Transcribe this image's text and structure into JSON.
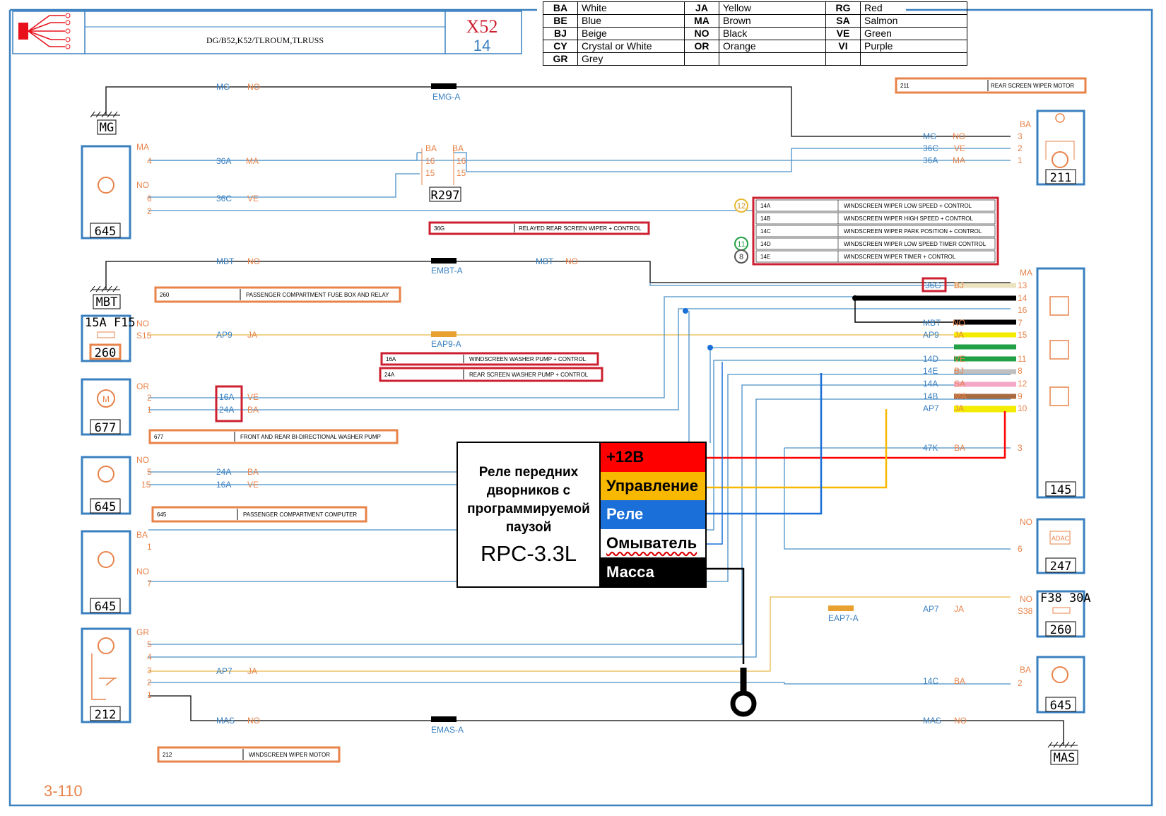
{
  "header": {
    "ref": "DG/B52,K52/TLROUM,TLRUSS",
    "code": "X52",
    "sheet": "14",
    "page": "3-110"
  },
  "legend": [
    [
      [
        "BA",
        "White"
      ],
      [
        "JA",
        "Yellow"
      ],
      [
        "RG",
        "Red"
      ]
    ],
    [
      [
        "BE",
        "Blue"
      ],
      [
        "MA",
        "Brown"
      ],
      [
        "SA",
        "Salmon"
      ]
    ],
    [
      [
        "BJ",
        "Beige"
      ],
      [
        "NO",
        "Black"
      ],
      [
        "VE",
        "Green"
      ]
    ],
    [
      [
        "CY",
        "Crystal or White"
      ],
      [
        "OR",
        "Orange"
      ],
      [
        "VI",
        "Purple"
      ]
    ],
    [
      [
        "GR",
        "Grey"
      ],
      [
        "",
        ""
      ],
      [
        "",
        ""
      ]
    ]
  ],
  "relay": {
    "title": "Реле передних дворников с программируемой паузой",
    "model": "RPC-3.3L",
    "rows": [
      "+12В",
      "Управление",
      "Реле",
      "Омыватель",
      "Масса"
    ]
  },
  "notes": {
    "n211": {
      "code": "211",
      "text": "REAR SCREEN WIPER MOTOR"
    },
    "n36g": {
      "code": "36G",
      "text": "RELAYED REAR SCREEN WIPER + CONTROL"
    },
    "n260": {
      "code": "260",
      "text": "PASSENGER COMPARTMENT FUSE BOX AND RELAY"
    },
    "n16a": {
      "code": "16A",
      "text": "WINDSCREEN WASHER PUMP + CONTROL"
    },
    "n24a": {
      "code": "24A",
      "text": "REAR SCREEN WASHER PUMP + CONTROL"
    },
    "n677": {
      "code": "677",
      "text": "FRONT AND REAR BI-DIRECTIONAL WASHER PUMP"
    },
    "n645": {
      "code": "645",
      "text": "PASSENGER COMPARTMENT COMPUTER"
    },
    "n212": {
      "code": "212",
      "text": "WINDSCREEN WIPER MOTOR"
    }
  },
  "wire_table": [
    {
      "code": "14A",
      "text": "WINDSCREEN WIPER LOW SPEED + CONTROL",
      "mark": "12"
    },
    {
      "code": "14B",
      "text": "WINDSCREEN WIPER HIGH SPEED + CONTROL",
      "mark": ""
    },
    {
      "code": "14C",
      "text": "WINDSCREEN WIPER PARK POSITION + CONTROL",
      "mark": ""
    },
    {
      "code": "14D",
      "text": "WINDSCREEN WIPER LOW SPEED TIMER CONTROL",
      "mark": "11"
    },
    {
      "code": "14E",
      "text": "WINDSCREEN WIPER TIMER + CONTROL",
      "mark": "8"
    }
  ],
  "components": {
    "c645a": "645",
    "c645b": "645",
    "c645c": "645",
    "c645d": "645",
    "c260a": "260",
    "c260b": "260",
    "c677": "677",
    "c212": "212",
    "c211": "211",
    "c145": "145",
    "c247": "247",
    "r297": "R297",
    "g_mg": "MG",
    "g_mbt": "MBT",
    "g_mas": "MAS",
    "fuse_a": "15A   F15",
    "fuse_b": "F38   30A",
    "adac": "ADAC"
  },
  "colors": {
    "wire": "#4a90c8",
    "label": "#3a80c0",
    "pin": "#e8834a",
    "red_box": "#cc2030",
    "orange_box": "#e8834a",
    "title_red": "#cc2030"
  }
}
